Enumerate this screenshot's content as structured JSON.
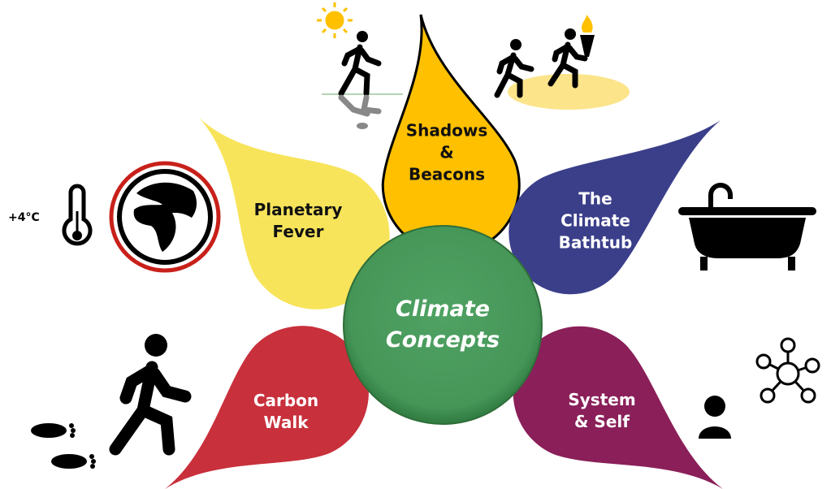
{
  "center": {
    "line1": "Climate",
    "line2": "Concepts",
    "color": "#4A9A5B"
  },
  "petals": [
    {
      "id": "shadows",
      "lines": [
        "Shadows",
        "&",
        "Beacons"
      ],
      "color": "#FFC000",
      "text_color": "#111111"
    },
    {
      "id": "planetary",
      "lines": [
        "Planetary",
        "Fever"
      ],
      "color": "#F7E45A",
      "text_color": "#111111"
    },
    {
      "id": "bathtub",
      "lines": [
        "The",
        "Climate",
        "Bathtub"
      ],
      "color": "#3B3F8A",
      "text_color": "#FFFFFF"
    },
    {
      "id": "carbon",
      "lines": [
        "Carbon",
        "Walk"
      ],
      "color": "#C8303C",
      "text_color": "#FFFFFF"
    },
    {
      "id": "system",
      "lines": [
        "System",
        "& Self"
      ],
      "color": "#8A1F59",
      "text_color": "#FFFFFF"
    }
  ],
  "temperature_label": "+4°C",
  "icons": [
    "sun-icon",
    "walker-reflection-icon",
    "walkers-torch-icon",
    "thermometer-icon",
    "globe-icon",
    "bathtub-icon",
    "walking-person-icon",
    "footprints-icon",
    "person-icon",
    "network-icon"
  ]
}
